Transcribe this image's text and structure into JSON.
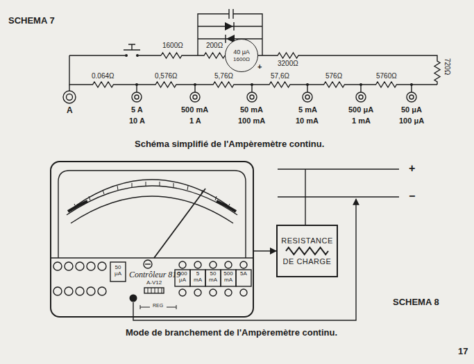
{
  "diagram": {
    "nodes": [
      {
        "text": [
          "40 μA",
          "1600Ω"
        ]
      },
      {
        "text": [
          "Contrôleur 819"
        ]
      },
      {
        "text": [
          "RESISTANCE DE CHARGE"
        ]
      }
    ],
    "edges": [
      {
        "from": 1,
        "to": 2,
        "arrow": "to"
      }
    ],
    "labels": [
      "SCHEMA 7",
      "1600Ω",
      "200Ω",
      "+",
      "3200Ω",
      "0.064Ω",
      "0,576Ω",
      "5,76Ω",
      "57,6Ω",
      "576Ω",
      "5760Ω",
      "720Ω",
      "A",
      "5 A",
      "10 A",
      "500 mA",
      "1 A",
      "50 mA",
      "100 mA",
      "5 mA",
      "10 mA",
      "500 μA",
      "1 mA",
      "50 μA",
      "100 μA",
      "Schéma simplifié de l'Ampèremètre continu.",
      "50 μA",
      "A-V12",
      "500 μA",
      "5 mA",
      "50 mA",
      "500 mA",
      "5A",
      "REG",
      "+",
      "−",
      "SCHEMA 8",
      "Mode de branchement de l'Ampèremètre continu.",
      "17"
    ]
  }
}
